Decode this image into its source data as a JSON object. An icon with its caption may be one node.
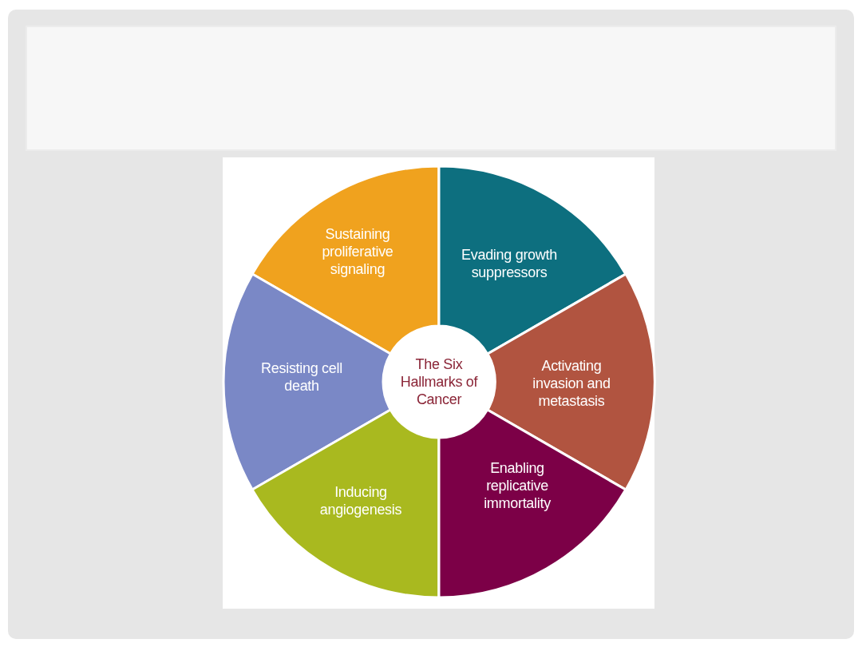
{
  "diagram": {
    "nodes": [
      {
        "text": [
          "The Six Hallmarks of Cancer"
        ]
      },
      {
        "text": [
          "Sustaining proliferative signaling"
        ]
      },
      {
        "text": [
          "Evading growth suppressors"
        ]
      },
      {
        "text": [
          "Resisting cell death"
        ]
      },
      {
        "text": [
          "Activating invasion and metastasis"
        ]
      },
      {
        "text": [
          "Inducing angiogenesis"
        ]
      },
      {
        "text": [
          "Enabling replicative immortality"
        ]
      }
    ]
  }
}
